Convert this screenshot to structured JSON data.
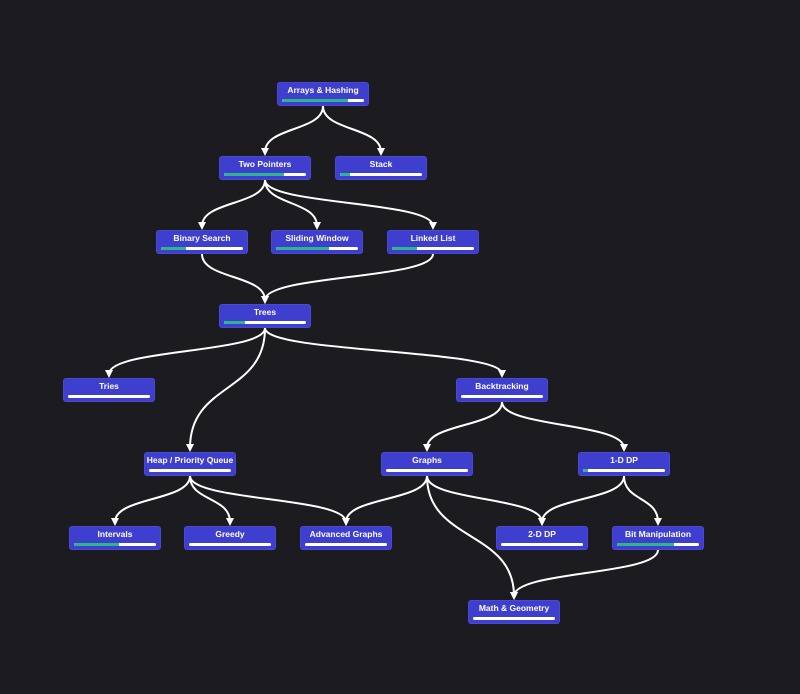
{
  "colors": {
    "background": "#1c1c20",
    "node": "#3e3ecf",
    "edge": "#ffffff",
    "progress_fill": "#2fb58a",
    "progress_track": "#ffffff"
  },
  "nodes": [
    {
      "id": "arrays",
      "label": "Arrays & Hashing",
      "progress": 0.8
    },
    {
      "id": "two-pointers",
      "label": "Two Pointers",
      "progress": 0.73
    },
    {
      "id": "stack",
      "label": "Stack",
      "progress": 0.12
    },
    {
      "id": "binary-search",
      "label": "Binary Search",
      "progress": 0.3
    },
    {
      "id": "sliding-window",
      "label": "Sliding Window",
      "progress": 0.65
    },
    {
      "id": "linked-list",
      "label": "Linked List",
      "progress": 0.3
    },
    {
      "id": "trees",
      "label": "Trees",
      "progress": 0.25
    },
    {
      "id": "tries",
      "label": "Tries",
      "progress": 0
    },
    {
      "id": "backtracking",
      "label": "Backtracking",
      "progress": 0
    },
    {
      "id": "heap",
      "label": "Heap / Priority Queue",
      "progress": 0
    },
    {
      "id": "graphs",
      "label": "Graphs",
      "progress": 0
    },
    {
      "id": "dp1",
      "label": "1-D DP",
      "progress": 0.06
    },
    {
      "id": "intervals",
      "label": "Intervals",
      "progress": 0.55
    },
    {
      "id": "greedy",
      "label": "Greedy",
      "progress": 0
    },
    {
      "id": "advanced-graphs",
      "label": "Advanced Graphs",
      "progress": 0
    },
    {
      "id": "dp2",
      "label": "2-D DP",
      "progress": 0
    },
    {
      "id": "bit-manipulation",
      "label": "Bit Manipulation",
      "progress": 0.7
    },
    {
      "id": "math-geometry",
      "label": "Math & Geometry",
      "progress": 0
    }
  ],
  "edges": [
    [
      "arrays",
      "two-pointers"
    ],
    [
      "arrays",
      "stack"
    ],
    [
      "two-pointers",
      "binary-search"
    ],
    [
      "two-pointers",
      "sliding-window"
    ],
    [
      "two-pointers",
      "linked-list"
    ],
    [
      "binary-search",
      "trees"
    ],
    [
      "linked-list",
      "trees"
    ],
    [
      "trees",
      "tries"
    ],
    [
      "trees",
      "backtracking"
    ],
    [
      "trees",
      "heap"
    ],
    [
      "backtracking",
      "graphs"
    ],
    [
      "backtracking",
      "dp1"
    ],
    [
      "heap",
      "intervals"
    ],
    [
      "heap",
      "greedy"
    ],
    [
      "heap",
      "advanced-graphs"
    ],
    [
      "graphs",
      "advanced-graphs"
    ],
    [
      "graphs",
      "dp2"
    ],
    [
      "graphs",
      "math-geometry"
    ],
    [
      "dp1",
      "dp2"
    ],
    [
      "dp1",
      "bit-manipulation"
    ],
    [
      "bit-manipulation",
      "math-geometry"
    ]
  ]
}
